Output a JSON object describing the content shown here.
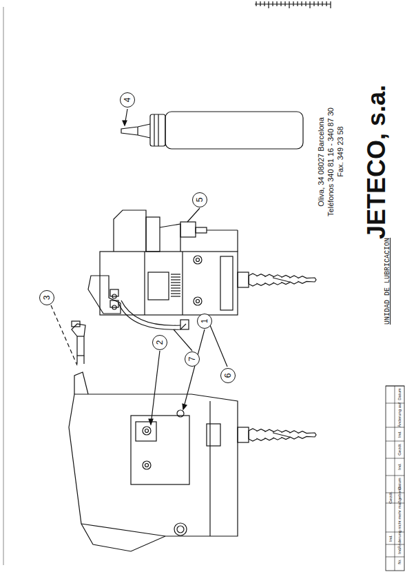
{
  "diagram": {
    "nodes": [
      {
        "text": [
          "4"
        ]
      },
      {
        "text": [
          "5"
        ]
      },
      {
        "text": [
          "7"
        ]
      },
      {
        "text": [
          "6"
        ]
      },
      {
        "text": [
          "3"
        ]
      },
      {
        "text": [
          "2"
        ]
      },
      {
        "text": [
          "1"
        ]
      }
    ],
    "labels": [
      "JETECO, s.a.",
      "Oliva, 34 08027 Barcelona",
      "Teléfonos 340 81 16 - 340 87 30",
      "Fax. 349 23 58",
      "UNIDAD DE LUBRICACION",
      "Nr.",
      "Ind.",
      "Änderung nicht mehr maßgebend",
      "Datum",
      "Ind.",
      "Gezdt.",
      "Ind.",
      "Änderung auf",
      "Datum",
      "Ind.",
      "Gezdt."
    ]
  }
}
